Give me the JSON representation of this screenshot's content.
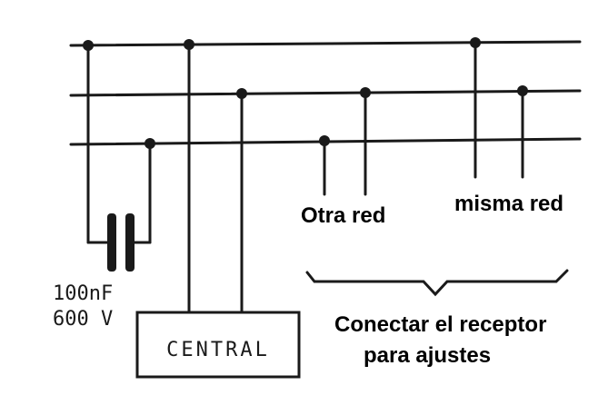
{
  "labels": {
    "capacitance": "100nF",
    "voltage": "600 V",
    "central": "CENTRAL",
    "other_network": "Otra red",
    "same_network": "misma red",
    "instruction_line1": "Conectar el receptor",
    "instruction_line2": "para ajustes"
  },
  "colors": {
    "ink": "#1a1a1a",
    "background": "#ffffff"
  }
}
